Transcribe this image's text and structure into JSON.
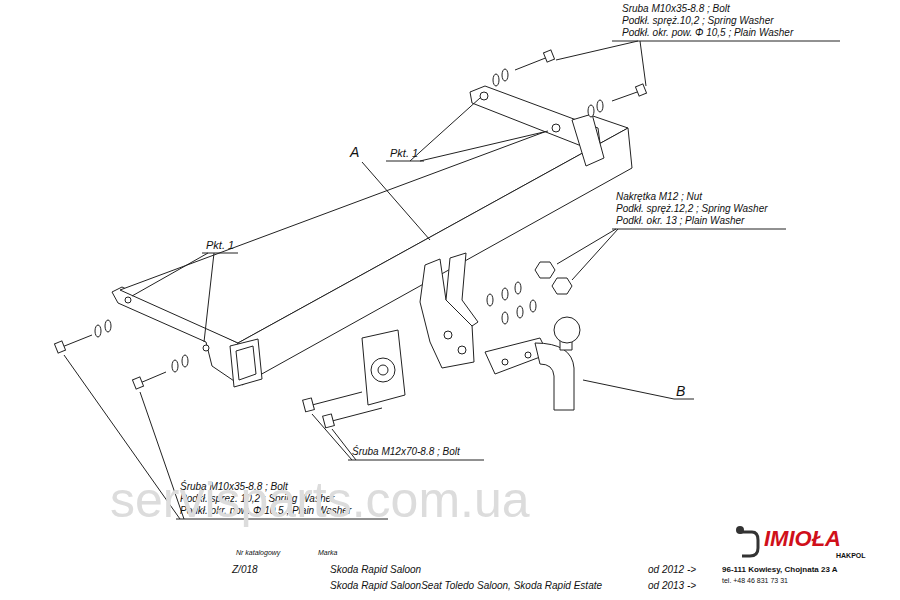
{
  "diagram": {
    "labels": [
      "Sruba M10x35-8.8 ;  Bolt",
      "Podkł. spręż.10,2 ; Spring Washer",
      "Podkł. okr. pow. Φ 10,5 ; Plain Washer",
      "Pkt. 1",
      "A",
      "Nakrętka M12 ; Nut",
      "Podkł. spręż.12,2 ; Spring Washer",
      "Podkł. okr. 13 ; Plain Washer",
      "Pkt. 1",
      "B",
      "Śruba M12x70-8.8 ;  Bolt",
      "Śruba M10x35-8.8 ;  Bolt",
      "Podkł. spręż. 10,2 ; Spring Washer",
      "Podkł. okr. pow. Φ 10,5 ; Plain Washer",
      "servisparts.com.ua",
      "Nr katalogowy",
      "Marka",
      "Z/018",
      "Skoda Rapid Saloon",
      "od 2012 ->",
      "Skoda Rapid SaloonSeat Toledo Saloon, Skoda Rapid Estate",
      "od 2013 ->",
      "IMIOŁA",
      "HAKPOL",
      "96-111 Kowiesy, Chojnata 23 A",
      "tel. +48 46 831 73 31"
    ]
  }
}
